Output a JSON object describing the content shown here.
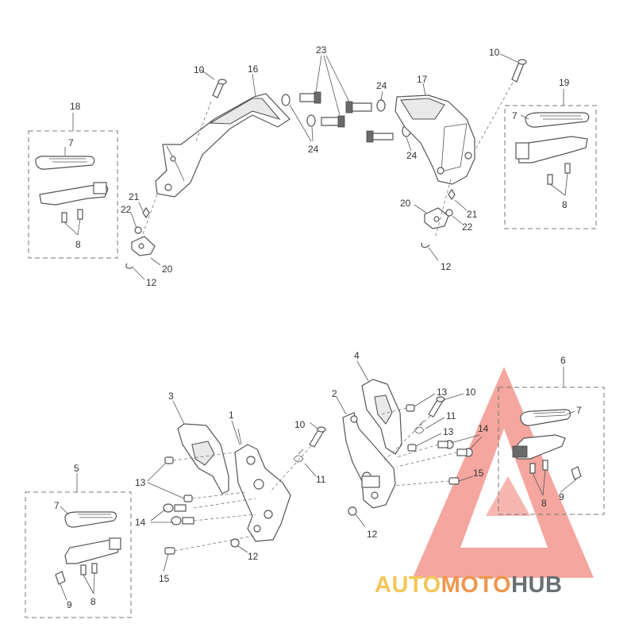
{
  "colors": {
    "line": "#555555",
    "logo_red": "#e94b3c",
    "logo_yellow": "#f2c046",
    "logo_orange": "#ee8a3a",
    "logo_gray": "#5b5f63"
  },
  "logo": {
    "part1": "AUTO",
    "part2": "MOTO",
    "part3": "HUB"
  },
  "callouts": {
    "c18": "18",
    "c7a": "7",
    "c8a": "8",
    "c10a": "10",
    "c16": "16",
    "c21a": "21",
    "c22a": "22",
    "c20a": "20",
    "c12a": "12",
    "c23": "23",
    "c24a": "24",
    "c24b": "24",
    "c24c": "24",
    "c17": "17",
    "c10b": "10",
    "c19": "19",
    "c7b": "7",
    "c8b": "8",
    "c20b": "20",
    "c21b": "21",
    "c22b": "22",
    "c12b": "12",
    "c3": "3",
    "c1": "1",
    "c10c": "10",
    "c11a": "11",
    "c13a": "13",
    "c14a": "14",
    "c12c": "12",
    "c15a": "15",
    "c5": "5",
    "c7c": "7",
    "c9a": "9",
    "c8c": "8",
    "c4": "4",
    "c2": "2",
    "c13b": "13",
    "c10d": "10",
    "c11b": "11",
    "c13c": "13",
    "c14b": "14",
    "c15b": "15",
    "c12d": "12",
    "c6": "6",
    "c7d": "7",
    "c8d": "8",
    "c9b": "9"
  }
}
